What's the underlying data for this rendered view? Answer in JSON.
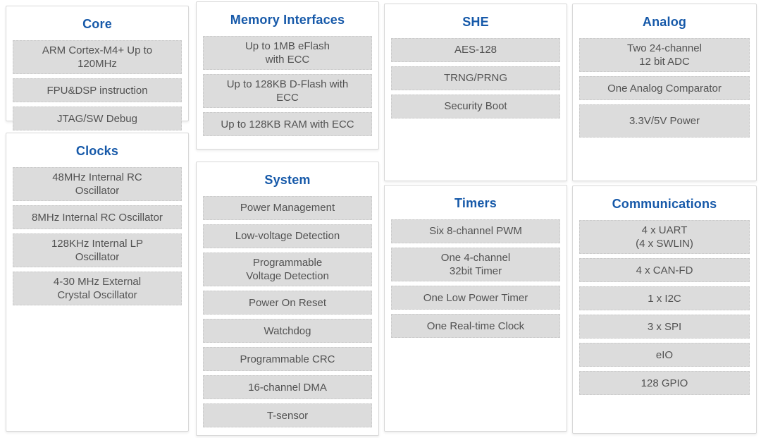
{
  "colors": {
    "title_blue": "#1659A9",
    "item_bg": "#DCDCDC",
    "item_text": "#525252",
    "panel_border": "#D8D8D8",
    "item_border": "#CBCBCB",
    "page_bg": "#FFFFFF"
  },
  "panels": {
    "core": {
      "title": "Core",
      "items": [
        {
          "text": "ARM Cortex-M4+ Up to\n120MHz"
        },
        {
          "text": "FPU&DSP instruction"
        },
        {
          "text": "JTAG/SW Debug"
        }
      ]
    },
    "clocks": {
      "title": "Clocks",
      "items": [
        {
          "text": "48MHz Internal RC\nOscillator"
        },
        {
          "text": "8MHz Internal RC Oscillator"
        },
        {
          "text": "128KHz Internal LP\nOscillator"
        },
        {
          "text": "4-30 MHz External\nCrystal Oscillator"
        }
      ]
    },
    "memory": {
      "title": "Memory Interfaces",
      "items": [
        {
          "text": "Up to 1MB eFlash\nwith ECC"
        },
        {
          "text": "Up to 128KB D-Flash with\nECC"
        },
        {
          "text": "Up to 128KB RAM with ECC"
        }
      ]
    },
    "system": {
      "title": "System",
      "items": [
        {
          "text": "Power Management"
        },
        {
          "text": "Low-voltage Detection"
        },
        {
          "text": "Programmable\nVoltage Detection"
        },
        {
          "text": "Power On Reset"
        },
        {
          "text": "Watchdog"
        },
        {
          "text": "Programmable CRC"
        },
        {
          "text": "16-channel DMA"
        },
        {
          "text": "T-sensor"
        }
      ]
    },
    "she": {
      "title": "SHE",
      "items": [
        {
          "text": "AES-128"
        },
        {
          "text": "TRNG/PRNG"
        },
        {
          "text": "Security Boot"
        }
      ]
    },
    "timers": {
      "title": "Timers",
      "items": [
        {
          "text": "Six 8-channel PWM"
        },
        {
          "text": "One 4-channel\n32bit Timer"
        },
        {
          "text": "One Low Power Timer"
        },
        {
          "text": "One Real-time Clock"
        }
      ]
    },
    "analog": {
      "title": "Analog",
      "items": [
        {
          "text": "Two 24-channel\n12 bit ADC"
        },
        {
          "text": "One Analog Comparator"
        },
        {
          "text": "3.3V/5V Power",
          "tall": true
        }
      ]
    },
    "communications": {
      "title": "Communications",
      "items": [
        {
          "text": "4 x UART\n(4 x SWLIN)"
        },
        {
          "text": "4 x CAN-FD"
        },
        {
          "text": "1 x I2C"
        },
        {
          "text": "3 x SPI"
        },
        {
          "text": "eIO"
        },
        {
          "text": "128 GPIO"
        }
      ]
    }
  }
}
